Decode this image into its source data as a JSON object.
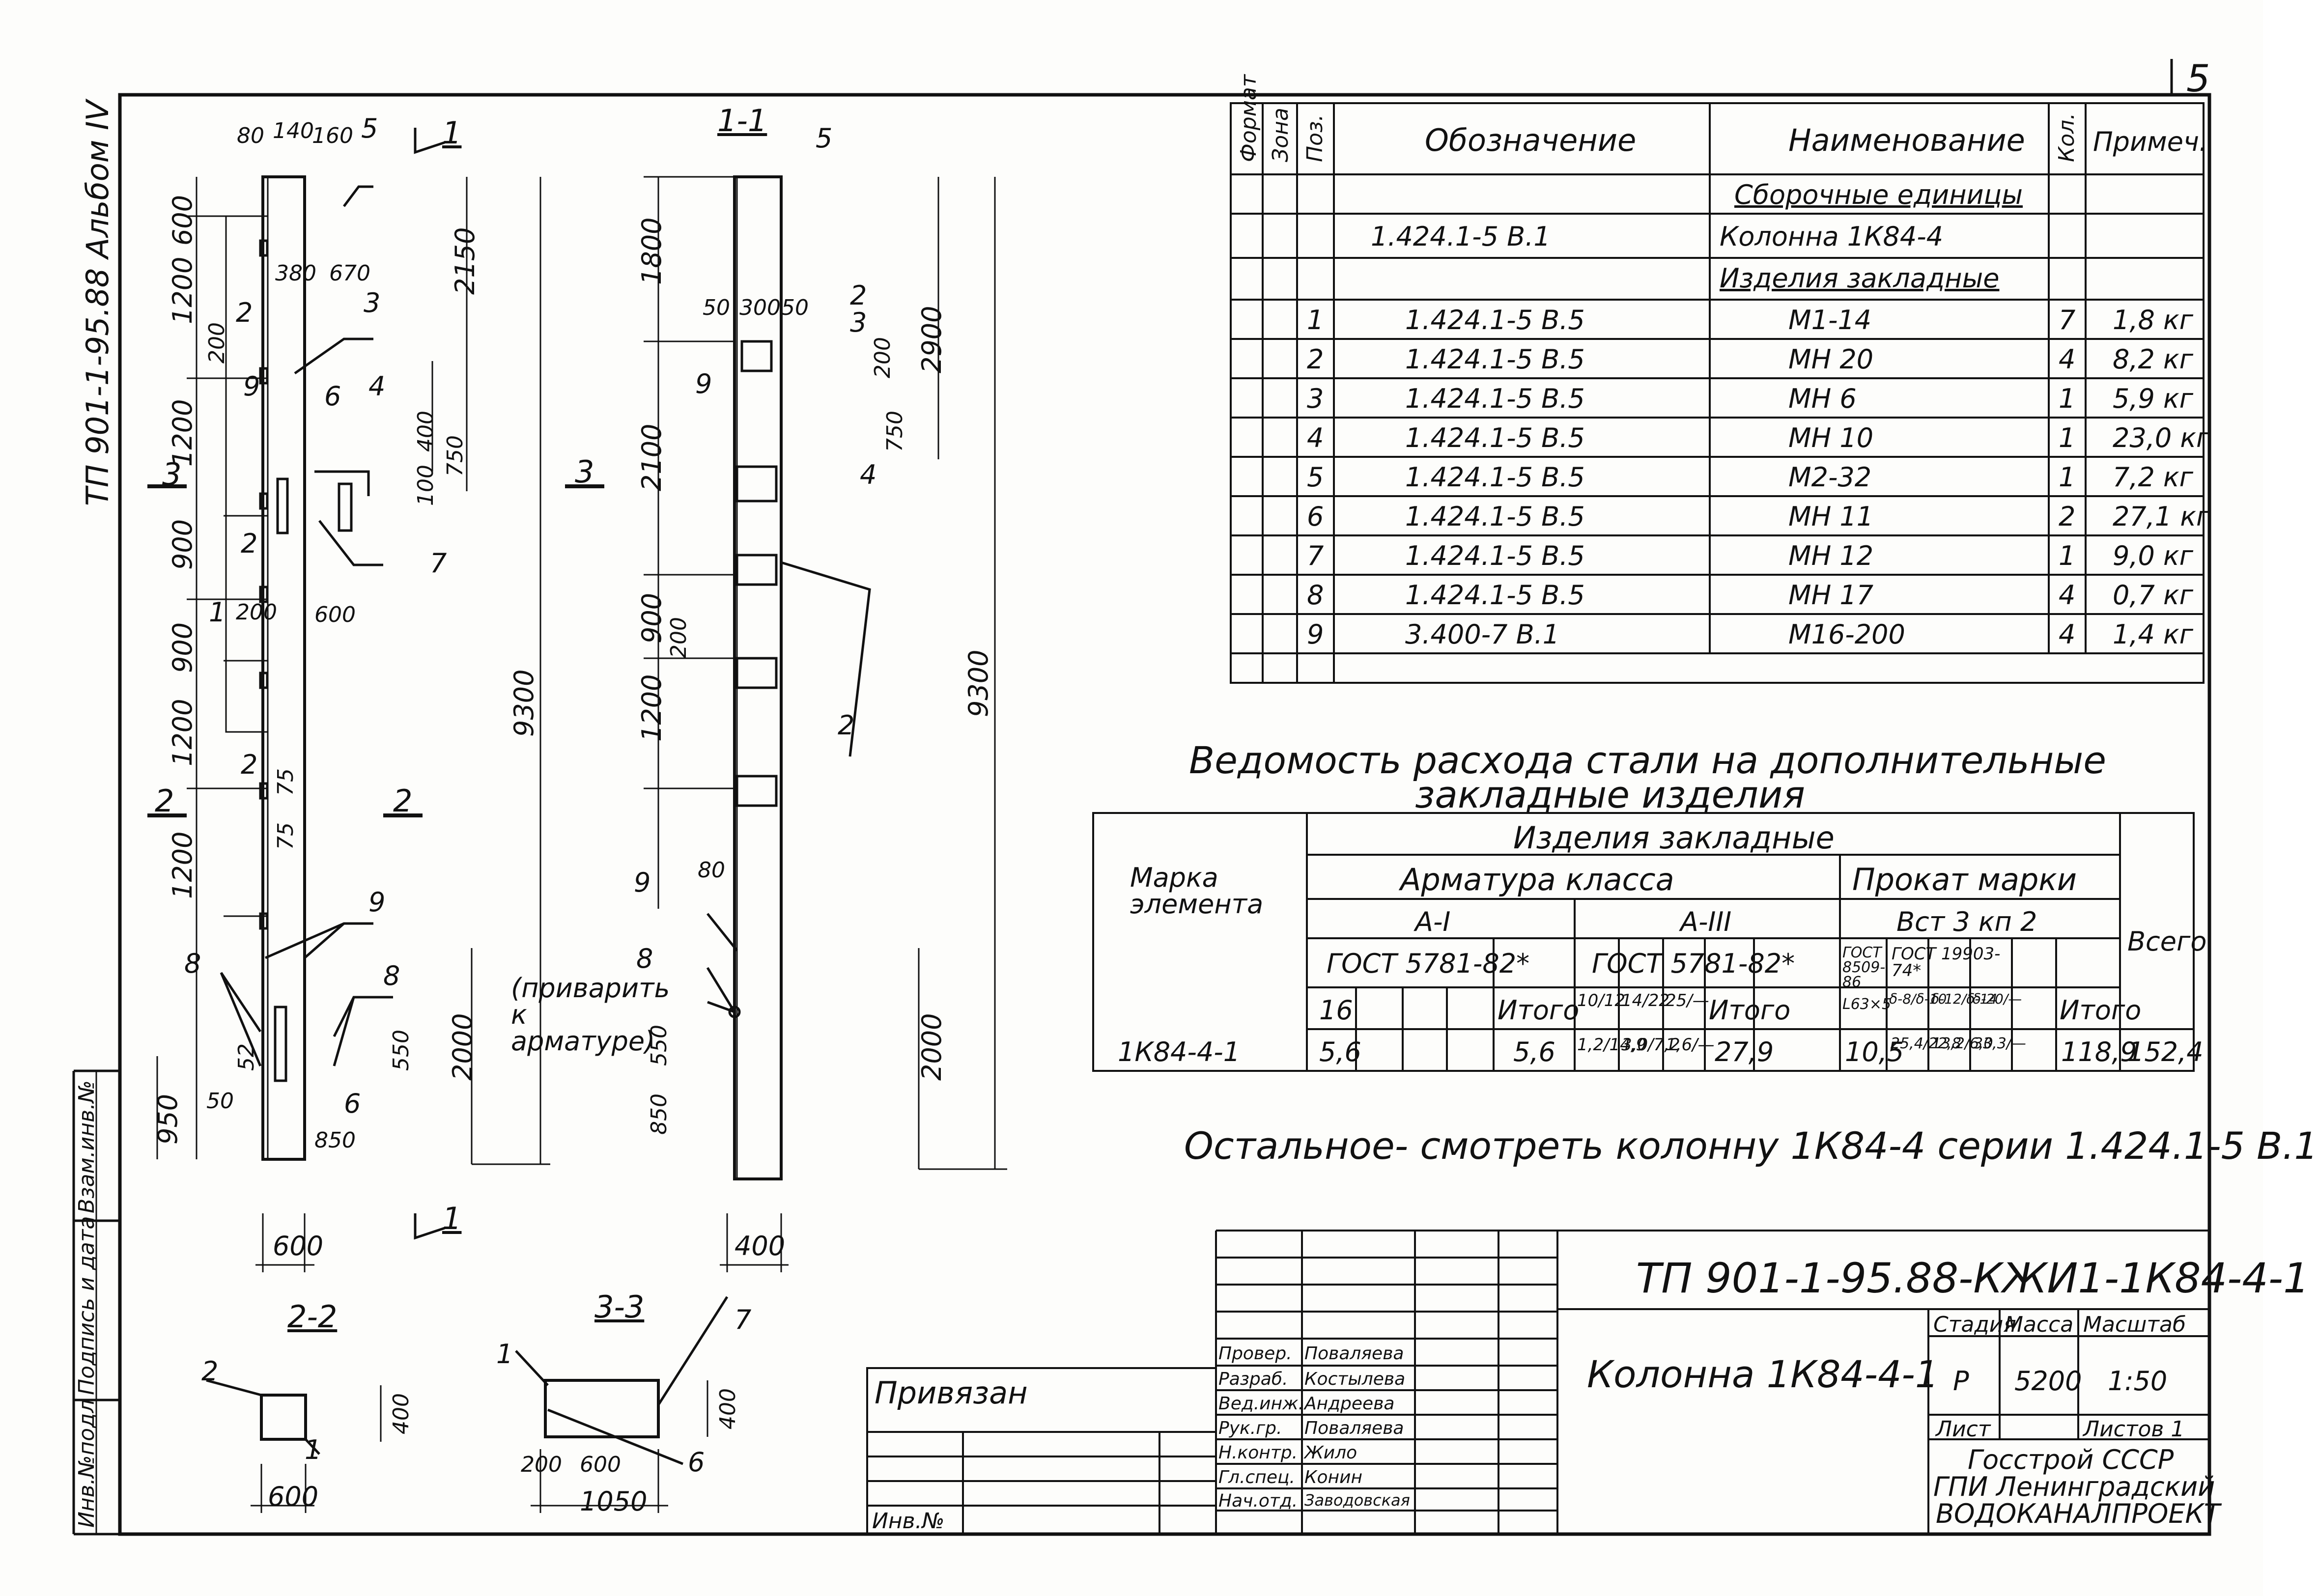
{
  "page_number": "5",
  "album": "ТП 901-1-95.88 Альбом IV",
  "stamp_labels": [
    "Инв.№подл",
    "Подпись и дата",
    "Взам.инв.№"
  ],
  "spec_table": {
    "headers": {
      "format": "Формат",
      "zone": "Зона",
      "pos": "Поз.",
      "designation": "Обозначение",
      "name": "Наименование",
      "qty": "Кол.",
      "note": "Примеч."
    },
    "sections": {
      "assembly": "Сборочные единицы",
      "embedded": "Изделия закладные"
    },
    "column": {
      "designation": "1.424.1-5 В.1",
      "name": "Колонна 1К84-4"
    },
    "rows": [
      {
        "pos": "1",
        "designation": "1.424.1-5 В.5",
        "name": "М1-14",
        "qty": "7",
        "note": "1,8 кг"
      },
      {
        "pos": "2",
        "designation": "1.424.1-5 В.5",
        "name": "МН 20",
        "qty": "4",
        "note": "8,2 кг"
      },
      {
        "pos": "3",
        "designation": "1.424.1-5 В.5",
        "name": "МН 6",
        "qty": "1",
        "note": "5,9 кг"
      },
      {
        "pos": "4",
        "designation": "1.424.1-5 В.5",
        "name": "МН 10",
        "qty": "1",
        "note": "23,0 кг"
      },
      {
        "pos": "5",
        "designation": "1.424.1-5 В.5",
        "name": "М2-32",
        "qty": "1",
        "note": "7,2 кг"
      },
      {
        "pos": "6",
        "designation": "1.424.1-5 В.5",
        "name": "МН 11",
        "qty": "2",
        "note": "27,1 кг"
      },
      {
        "pos": "7",
        "designation": "1.424.1-5 В.5",
        "name": "МН 12",
        "qty": "1",
        "note": "9,0 кг"
      },
      {
        "pos": "8",
        "designation": "1.424.1-5 В.5",
        "name": "МН 17",
        "qty": "4",
        "note": "0,7 кг"
      },
      {
        "pos": "9",
        "designation": "3.400-7 В.1",
        "name": "М16-200",
        "qty": "4",
        "note": "1,4 кг"
      }
    ]
  },
  "steel": {
    "title1": "Ведомость расхода стали на дополнительные",
    "title2": "закладные изделия",
    "h_mark": "Марка элемента",
    "h_items": "Изделия закладные",
    "h_rebar": "Арматура класса",
    "h_rolled": "Прокат марки",
    "h_a1": "А-I",
    "h_a3": "А-III",
    "h_vst": "Вст 3 кп 2",
    "h_total": "Всего",
    "g1": "ГОСТ 5781-82*",
    "g2": "ГОСТ 5781-82*",
    "g3": "ГОСТ 8509-86",
    "g4": "ГОСТ 19903-74*",
    "itogo": "Итого",
    "d16": "16",
    "d1": "10/12",
    "d2": "14/22",
    "d3": "25/—",
    "d4": "L63×5",
    "d5": "δ-8/δ-10",
    "d6": "δ-12/δ-14",
    "d7": "δ-20/—",
    "mark": "1К84-4-1",
    "v_a1": "5,6",
    "v_a1_total": "5,6",
    "v_a3a": "1,2/14,9",
    "v_a3b": "3,0/7,2",
    "v_a3c": "1,6/—",
    "v_a3_total": "27,9",
    "v_l": "10,5",
    "v_p1": "25,4/22,8",
    "v_p2": "13,2/6,0",
    "v_p3": "33,3/—",
    "v_rolled_total": "118,9",
    "v_total": "152,4"
  },
  "note": "Остальное- смотреть колонну 1К84-4 серии 1.424.1-5 В.1",
  "title_block": {
    "code": "ТП 901-1-95.88-КЖИ1-1К84-4-1",
    "name": "Колонна 1К84-4-1",
    "stage_label": "Стадия",
    "mass_label": "Масса",
    "scale_label": "Масштаб",
    "stage": "Р",
    "mass": "5200",
    "scale": "1:50",
    "sheet_label": "Лист",
    "sheets_label": "Листов 1",
    "org1": "Госстрой СССР",
    "org2": "ГПИ Ленинградский",
    "org3": "ВОДОКАНАЛПРОЕКТ",
    "roles": [
      "Провер.",
      "Разраб.",
      "Вед.инж.",
      "Рук.гр.",
      "Н.контр.",
      "Гл.спец.",
      "Нач.отд."
    ],
    "names": [
      "Поваляева",
      "Костылева",
      "Андреева",
      "Поваляева",
      "Жило",
      "Конин",
      "Заводовская"
    ],
    "privyazan": "Привязан",
    "inv": "Инв.№"
  },
  "drawing": {
    "sec11": "1-1",
    "sec22": "2-2",
    "sec33": "3-3",
    "cut1": "1",
    "cut2": "2",
    "cut3": "3",
    "weld_note": "(приварить к арматуре)",
    "top_dims": [
      "80",
      "140",
      "160"
    ],
    "left_dims": [
      "600",
      "1200",
      "1200",
      "900",
      "900",
      "1200",
      "1200",
      "950"
    ],
    "dims_misc": [
      "2150",
      "750",
      "9300",
      "380",
      "670",
      "200",
      "400",
      "100",
      "600",
      "600",
      "550",
      "2000",
      "850",
      "200",
      "75",
      "75",
      "52",
      "50"
    ],
    "v11": [
      "1800",
      "2100",
      "900",
      "1200",
      "50",
      "300",
      "50",
      "2900",
      "750",
      "200",
      "9300",
      "2000",
      "80",
      "200",
      "550",
      "850",
      "400"
    ],
    "bottom": [
      "600",
      "400",
      "200",
      "600",
      "1050"
    ],
    "pos": [
      "1",
      "2",
      "3",
      "4",
      "5",
      "6",
      "7",
      "8",
      "9"
    ]
  }
}
